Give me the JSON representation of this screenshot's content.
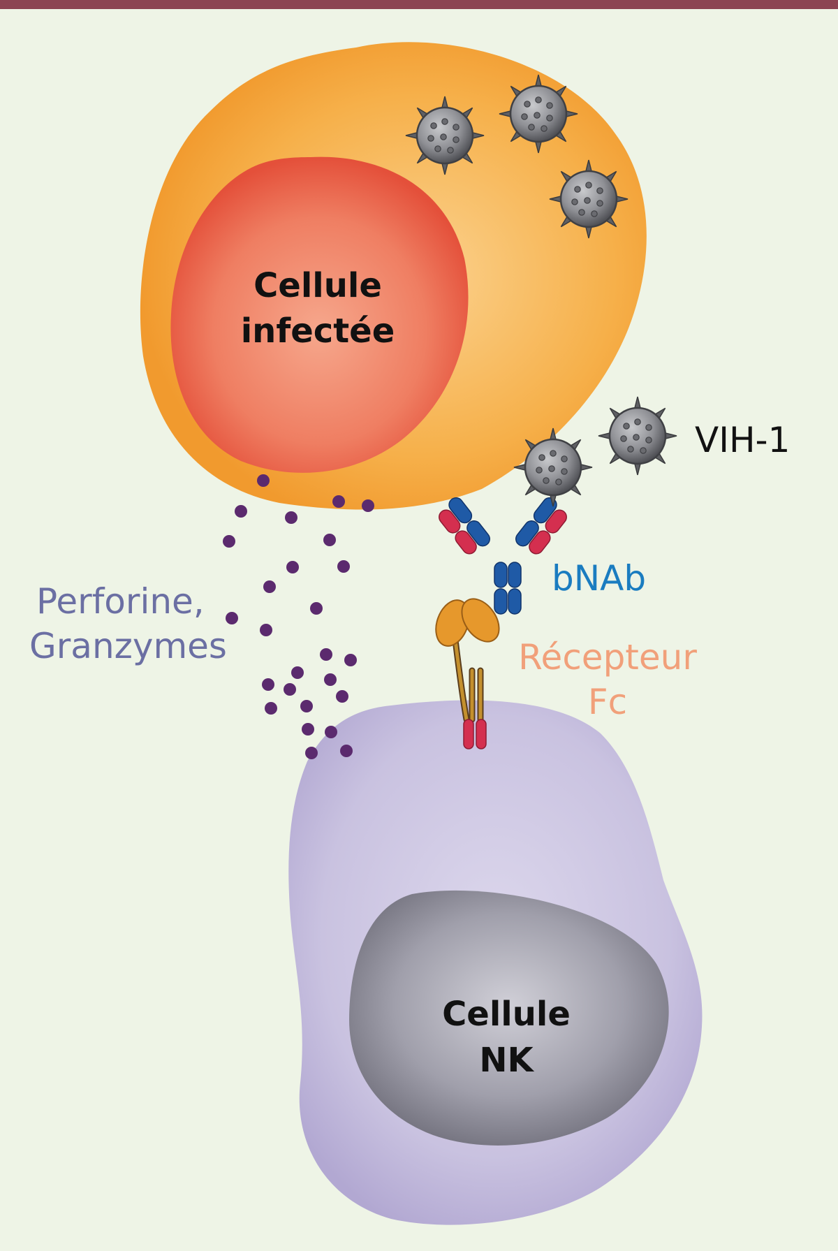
{
  "labels": {
    "infected_cell": [
      "Cellule",
      "infectée"
    ],
    "nk_cell": [
      "Cellule",
      "NK"
    ],
    "virus": "VIH-1",
    "antibody": "bNAb",
    "receptor": [
      "Récepteur",
      "Fc"
    ],
    "granules": [
      "Perforine,",
      "Granzymes"
    ]
  },
  "colors": {
    "background": "#eef4e6",
    "top_bar": "#8c4452",
    "infected_cytoplasm": "#f6b04a",
    "infected_nucleus": "#ec6b50",
    "nk_cytoplasm": "#c9c2e0",
    "nk_nucleus": "#8b8a96",
    "virus": "#5f6064",
    "antibody_heavy": "#1f5aa6",
    "antibody_light": "#d42f4f",
    "fc_receptor": "#e6982c",
    "granule": "#5b2a6e",
    "label_black": "#111111",
    "label_blue": "#1a7cc0",
    "label_salmon": "#f1a07a",
    "label_slate": "#6b6fa3"
  }
}
